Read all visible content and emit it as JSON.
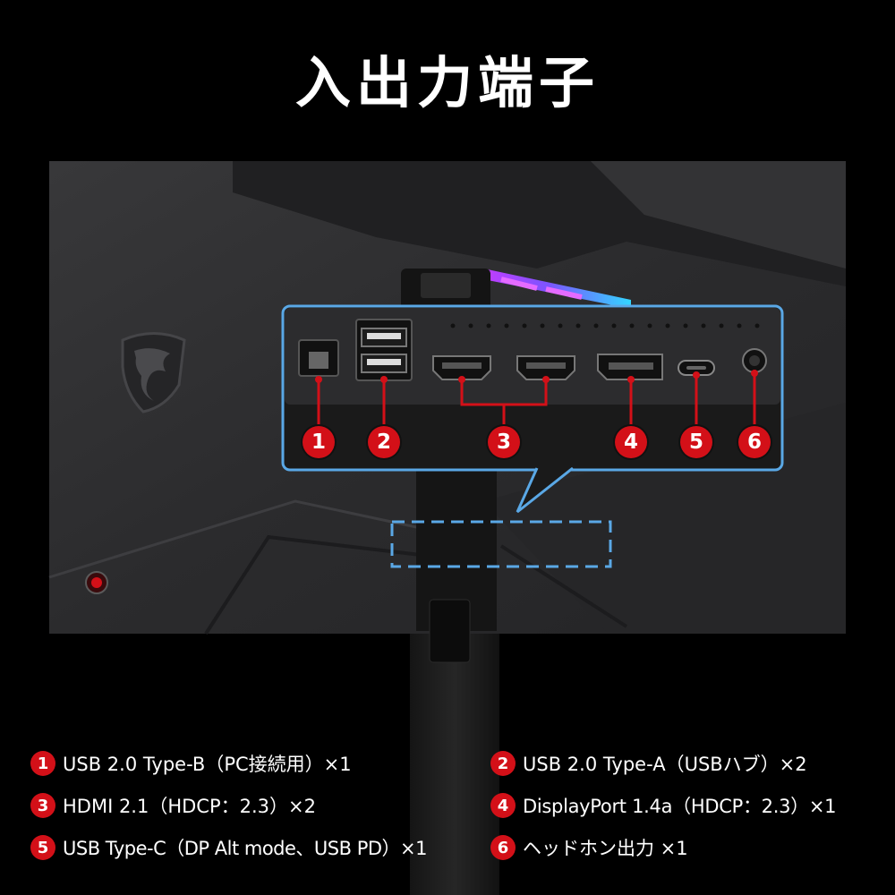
{
  "title": "入出力端子",
  "callout_numbers": [
    "1",
    "2",
    "3",
    "4",
    "5",
    "6"
  ],
  "specs": [
    {
      "num": "1",
      "text": "USB 2.0 Type-B（PC接続用）×1"
    },
    {
      "num": "2",
      "text": "USB 2.0 Type-A（USBハブ）×2"
    },
    {
      "num": "3",
      "text": "HDMI 2.1（HDCP：2.3）×2"
    },
    {
      "num": "4",
      "text": "DisplayPort 1.4a（HDCP：2.3）×1"
    },
    {
      "num": "5",
      "text": "USB Type-C（DP Alt mode、USB PD）×1"
    },
    {
      "num": "6",
      "text": "ヘッドホン出力 ×1"
    }
  ],
  "colors": {
    "accent_red": "#d31018",
    "callout_blue": "#5aa8e6",
    "monitor_body": "#2e2e30"
  },
  "icons": [
    "msi-dragon-shield-icon",
    "power-button-icon"
  ]
}
